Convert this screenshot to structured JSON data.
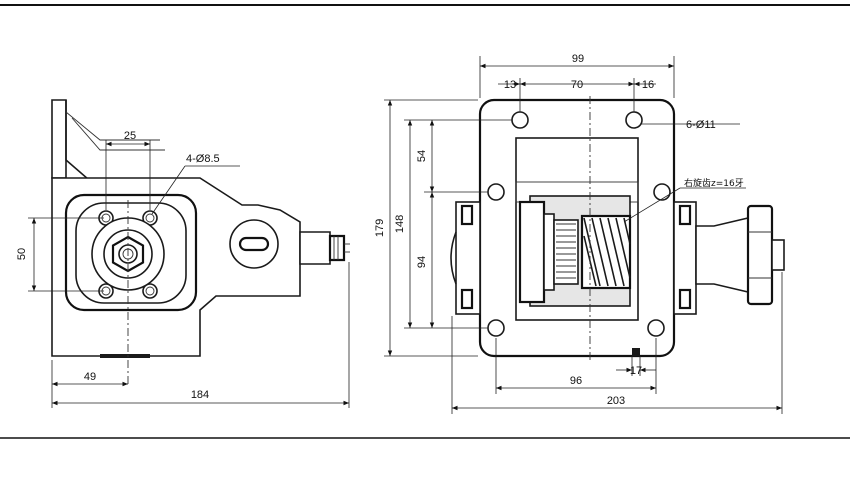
{
  "dimensions": {
    "width_top": "99",
    "left_offset": "13",
    "center_span": "70",
    "right_offset": "16",
    "hole_note": "6-Ø11",
    "gear_note": "右旋齿z=16牙",
    "overall_height": "179",
    "inner_height": "148",
    "upper_span": "54",
    "lower_span": "94",
    "bottom_span": "96",
    "small_offset": "17",
    "overall_width_right": "203",
    "bolt_spacing": "25",
    "bolt_note": "4-Ø8.5",
    "side_height": "50",
    "side_offset": "49",
    "overall_width_left": "184"
  },
  "colors": {
    "line": "#1a1a1a",
    "background": "#ffffff"
  }
}
